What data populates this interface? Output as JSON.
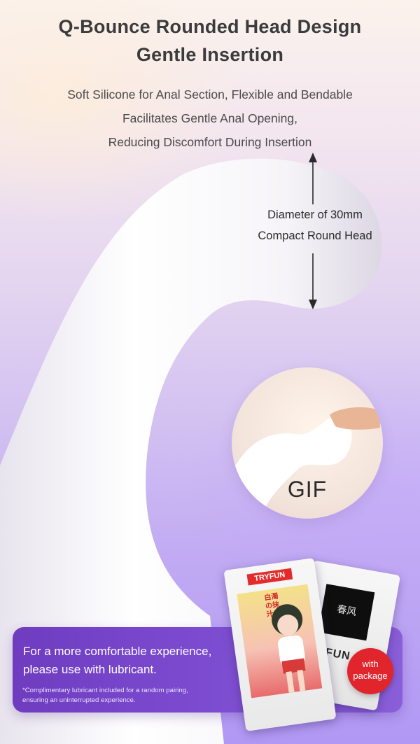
{
  "headline": {
    "line1": "Q-Bounce Rounded Head Design",
    "line2": "Gentle Insertion"
  },
  "subcopy": {
    "line1": "Soft Silicone for Anal Section, Flexible and Bendable",
    "line2": "Facilitates Gentle Anal Opening,",
    "line3": "Reducing Discomfort During Insertion"
  },
  "dimension": {
    "line1": "Diameter of 30mm",
    "line2": "Compact Round Head"
  },
  "gif_label": "GIF",
  "banner": {
    "main_line1": "For a more comfortable experience,",
    "main_line2": "please use with lubricant.",
    "note_line1": "*Complimentary lubricant included for a random pairing,",
    "note_line2": "ensuring an uninterrupted experience."
  },
  "packets": {
    "brand_a": "TRYFUN",
    "art_title": "白濁の抹汁",
    "brand_b": "YFUN",
    "dark_mark": "春风"
  },
  "badge": {
    "line1": "with",
    "line2": "package"
  },
  "colors": {
    "headline": "#3b3b3d",
    "banner": "#7c4cd0",
    "badge": "#e0262c",
    "brand": "#e42b2b"
  }
}
